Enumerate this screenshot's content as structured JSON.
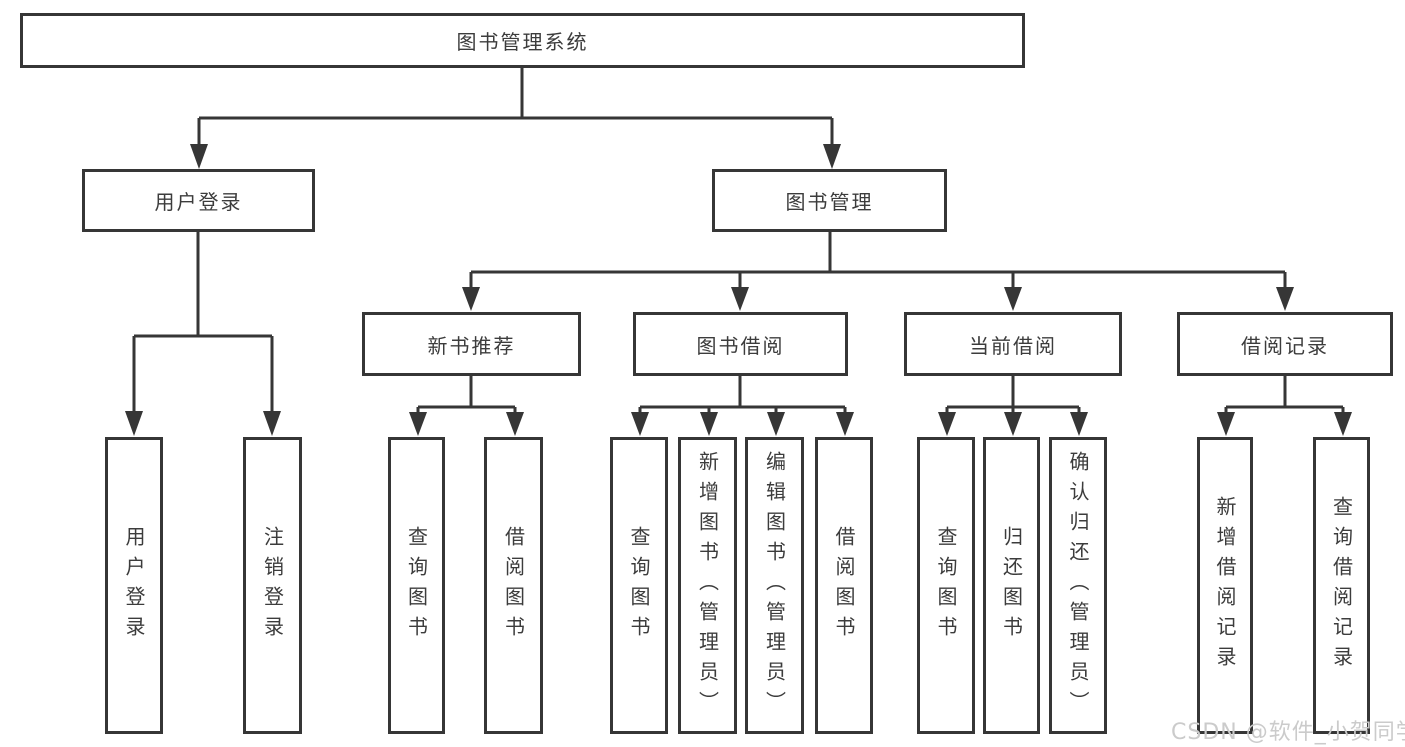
{
  "tree": {
    "root": {
      "label": "图书管理系统"
    },
    "branches": [
      {
        "label": "用户登录",
        "children": [
          {
            "label": "用户登录"
          },
          {
            "label": "注销登录"
          }
        ]
      },
      {
        "label": "图书管理",
        "children": [
          {
            "label": "新书推荐",
            "children": [
              {
                "label": "查询图书"
              },
              {
                "label": "借阅图书"
              }
            ]
          },
          {
            "label": "图书借阅",
            "children": [
              {
                "label": "查询图书"
              },
              {
                "label": "新增图书（管理员）"
              },
              {
                "label": "编辑图书（管理员）"
              },
              {
                "label": "借阅图书"
              }
            ]
          },
          {
            "label": "当前借阅",
            "children": [
              {
                "label": "查询图书"
              },
              {
                "label": "归还图书"
              },
              {
                "label": "确认归还（管理员）"
              }
            ]
          },
          {
            "label": "借阅记录",
            "children": [
              {
                "label": "新增借阅记录"
              },
              {
                "label": "查询借阅记录"
              }
            ]
          }
        ]
      }
    ]
  },
  "watermark": {
    "text": "CSDN @软件_小贺同学"
  },
  "colors": {
    "line": "#363636",
    "text": "#3c3c3c",
    "watermark": "#cbcbcb",
    "background": "#ffffff"
  }
}
